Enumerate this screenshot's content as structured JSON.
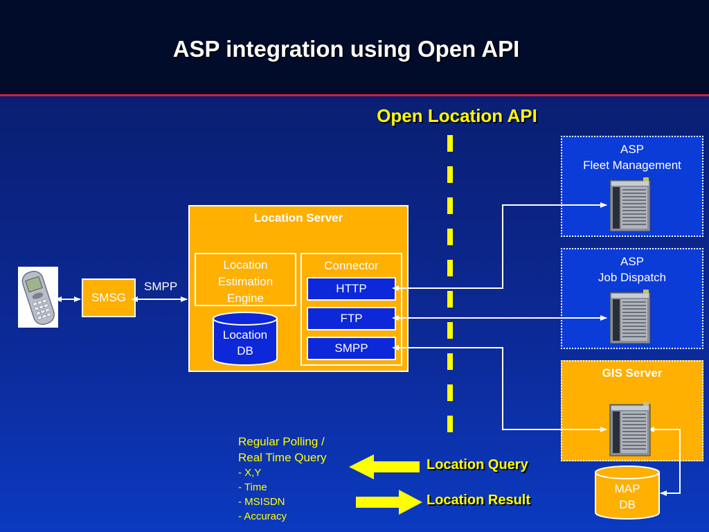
{
  "slide": {
    "title": "ASP integration using Open API",
    "api_label": "Open Location API"
  },
  "colors": {
    "header_bg": "#000c2a",
    "header_rule": "#d0203c",
    "orange": "#ffb000",
    "asp_blue": "#0c3cd8",
    "yellow": "#ffff00"
  },
  "nodes": {
    "smsg": "SMSG",
    "smpp_link": "SMPP",
    "location_server": {
      "title": "Location Server",
      "engine": [
        "Location",
        "Estimation",
        "Engine"
      ],
      "db": [
        "Location",
        "DB"
      ],
      "connector_title": "Connector",
      "protocols": [
        "HTTP",
        "FTP",
        "SMPP"
      ]
    },
    "asp_fleet": [
      "ASP",
      "Fleet Management"
    ],
    "asp_job": [
      "ASP",
      "Job Dispatch"
    ],
    "gis": "GIS Server",
    "map_db": [
      "MAP",
      "DB"
    ]
  },
  "notes": {
    "lines": [
      "Regular Polling /",
      "Real Time Query"
    ],
    "items": [
      "- X,Y",
      "- Time",
      "- MSISDN",
      "- Accuracy"
    ]
  },
  "legend": {
    "query": "Location Query",
    "result": "Location Result"
  },
  "icons": [
    "mobile-phone-icon",
    "server-icon",
    "database-icon",
    "arrow-left-icon",
    "arrow-right-icon"
  ]
}
